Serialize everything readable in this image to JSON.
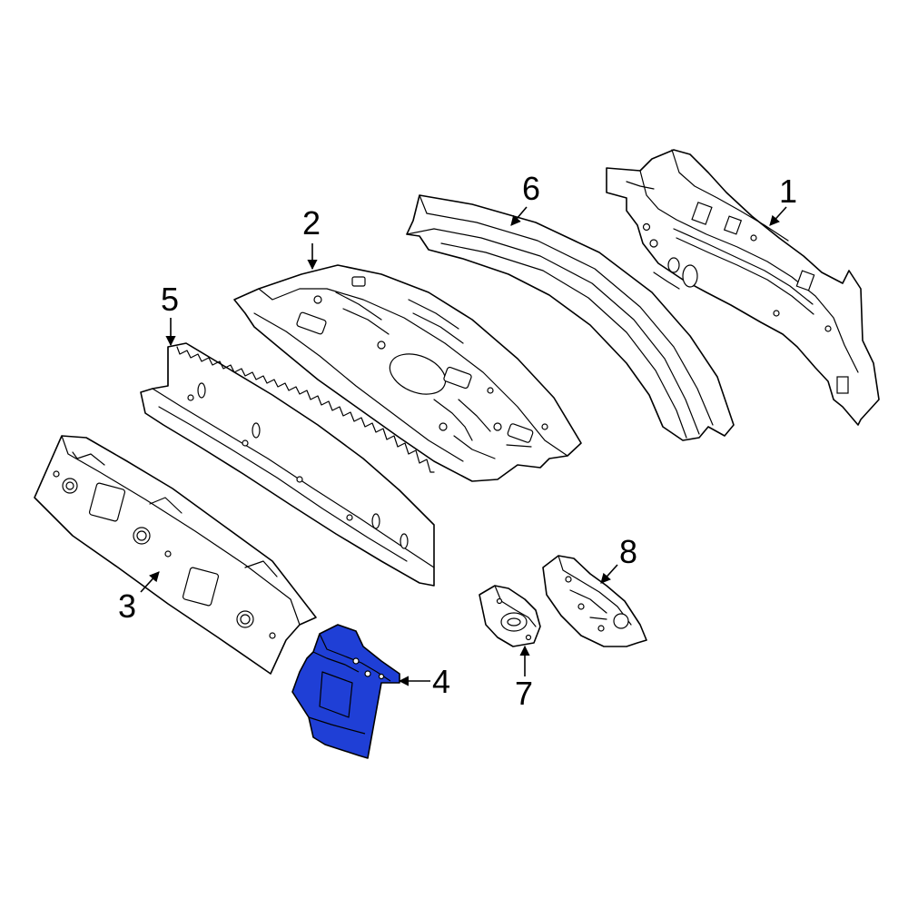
{
  "diagram": {
    "highlight_color": "#1f3fd6",
    "line_color": "#000000",
    "background_color": "#ffffff",
    "parts": [
      {
        "id": "1",
        "callout": "1",
        "highlighted": false
      },
      {
        "id": "2",
        "callout": "2",
        "highlighted": false
      },
      {
        "id": "3",
        "callout": "3",
        "highlighted": false
      },
      {
        "id": "4",
        "callout": "4",
        "highlighted": true
      },
      {
        "id": "5",
        "callout": "5",
        "highlighted": false
      },
      {
        "id": "6",
        "callout": "6",
        "highlighted": false
      },
      {
        "id": "7",
        "callout": "7",
        "highlighted": false
      },
      {
        "id": "8",
        "callout": "8",
        "highlighted": false
      }
    ]
  }
}
